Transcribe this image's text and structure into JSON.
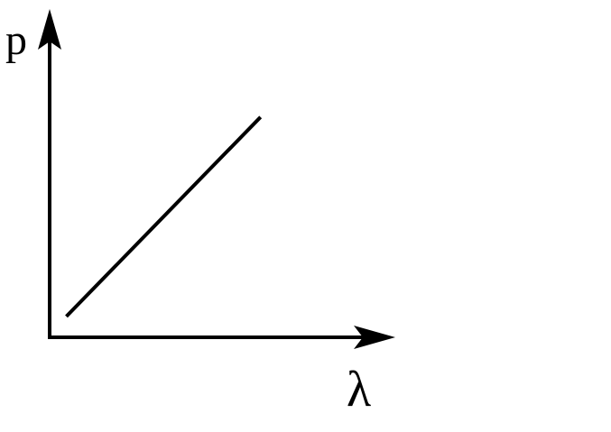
{
  "chart_data": {
    "type": "line",
    "title": "",
    "xlabel": "λ",
    "ylabel": "p",
    "grid": false,
    "legend": "none",
    "xlim": [
      0,
      100
    ],
    "ylim": [
      0,
      100
    ],
    "series": [
      {
        "x": [
          5,
          63
        ],
        "y": [
          7,
          74
        ]
      }
    ],
    "colors": {
      "axis": "#000000",
      "line": "#000000",
      "background": "#ffffff"
    }
  }
}
